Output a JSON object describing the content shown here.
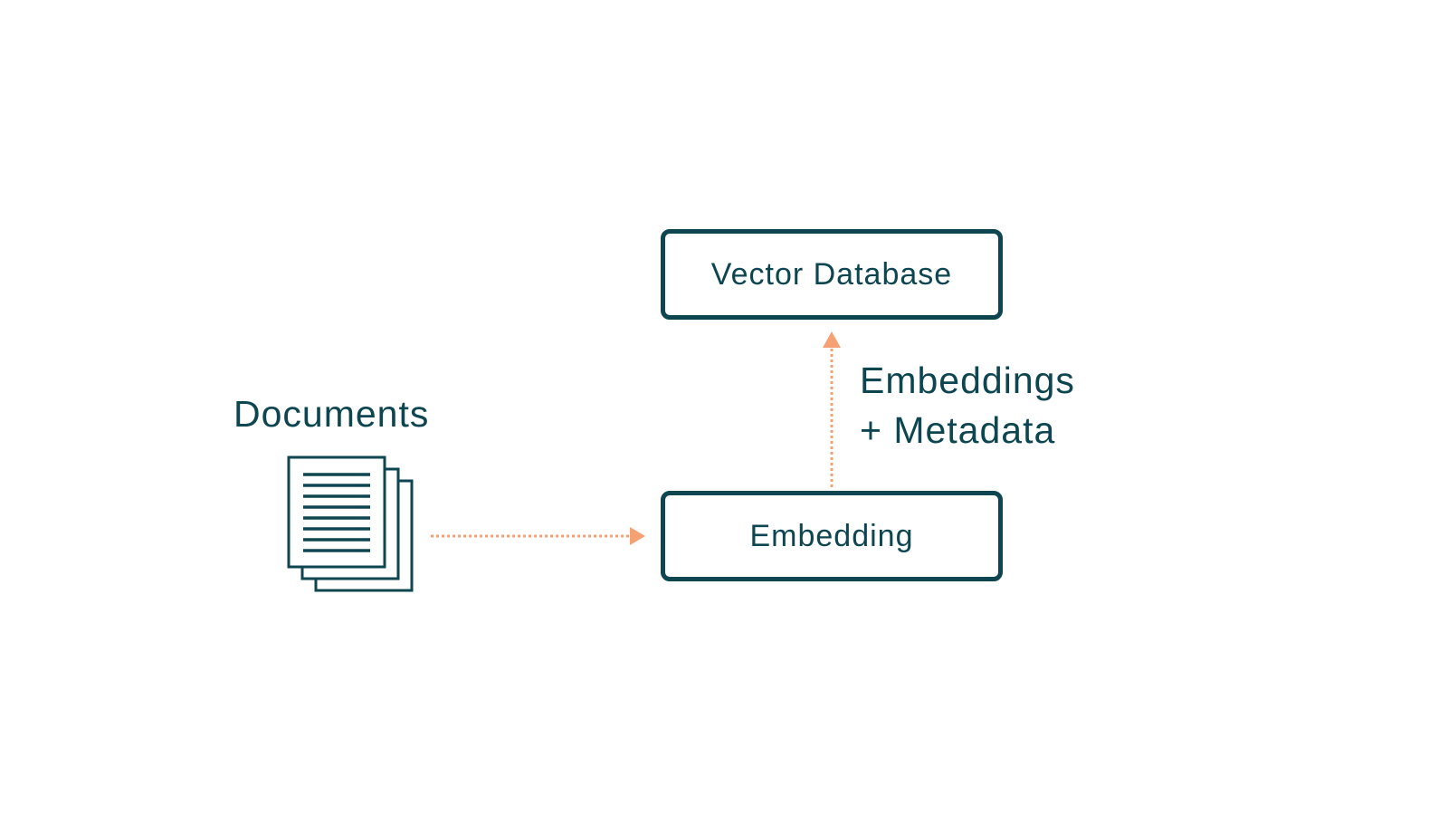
{
  "diagram": {
    "documents_label": "Documents",
    "nodes": {
      "vector_database": "Vector Database",
      "embedding": "Embedding"
    },
    "edge_label": {
      "line1": "Embeddings",
      "line2": "+ Metadata"
    }
  },
  "icons": {
    "documents": "documents-stack-icon"
  },
  "colors": {
    "primary": "#0d4650",
    "arrow": "#f5a173",
    "background": "#ffffff"
  }
}
